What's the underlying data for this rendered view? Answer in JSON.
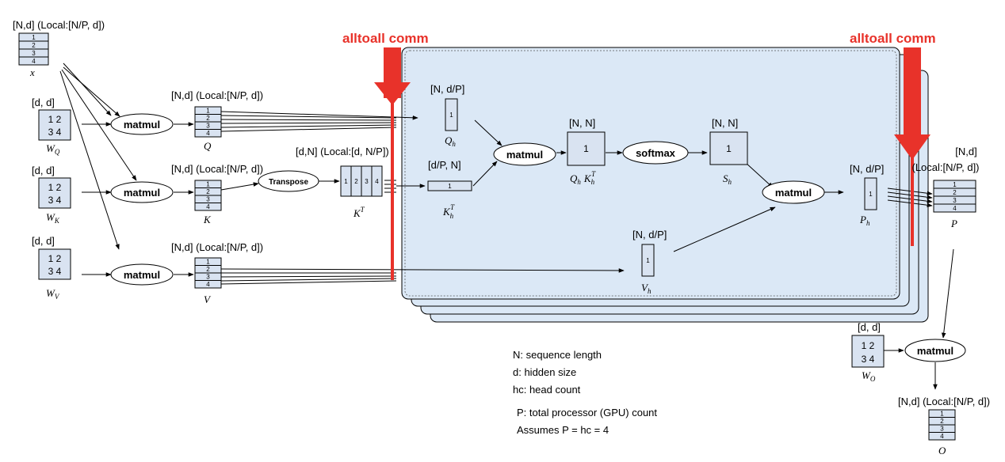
{
  "comm": {
    "left": "alltoall comm",
    "right": "alltoall comm"
  },
  "inputs": {
    "x": {
      "shape": "[N,d] (Local:[N/P, d])",
      "cells": [
        "1",
        "2",
        "3",
        "4"
      ],
      "name": "x"
    },
    "wq": {
      "shape": "[d, d]",
      "cells": [
        "1 2",
        "3 4"
      ],
      "name": "W",
      "sub": "Q"
    },
    "wk": {
      "shape": "[d, d]",
      "cells": [
        "1 2",
        "3 4"
      ],
      "name": "W",
      "sub": "K"
    },
    "wv": {
      "shape": "[d, d]",
      "cells": [
        "1 2",
        "3 4"
      ],
      "name": "W",
      "sub": "V"
    }
  },
  "ops": {
    "matmul": "matmul",
    "transpose": "Transpose",
    "softmax": "softmax"
  },
  "projections": {
    "q": {
      "shape": "[N,d] (Local:[N/P, d])",
      "cells": [
        "1",
        "2",
        "3",
        "4"
      ],
      "name": "Q"
    },
    "k": {
      "shape": "[N,d] (Local:[N/P, d])",
      "cells": [
        "1",
        "2",
        "3",
        "4"
      ],
      "name": "K"
    },
    "v": {
      "shape": "[N,d] (Local:[N/P, d])",
      "cells": [
        "1",
        "2",
        "3",
        "4"
      ],
      "name": "V"
    },
    "kt": {
      "shape": "[d,N] (Local:[d, N/P])",
      "cells": [
        "1",
        "2",
        "3",
        "4"
      ],
      "name": "K",
      "sup": "T"
    }
  },
  "head": {
    "qh": {
      "shape": "[N, d/P]",
      "cell": "1",
      "name": "Q",
      "sub": "h"
    },
    "kht": {
      "shape": "[d/P, N]",
      "cell": "1",
      "name": "K",
      "sub": "h",
      "sup": "T"
    },
    "vh": {
      "shape": "[N, d/P]",
      "cell": "1",
      "name": "V",
      "sub": "h"
    },
    "qk": {
      "shape": "[N, N]",
      "cell": "1",
      "name1": "Q",
      "sub1": "h",
      "name2": "K",
      "sub2": "h",
      "sup2": "T"
    },
    "sh": {
      "shape": "[N, N]",
      "cell": "1",
      "name": "S",
      "sub": "h"
    },
    "ph": {
      "shape": "[N, d/P]",
      "cell": "1",
      "name": "P",
      "sub": "h"
    }
  },
  "outputs": {
    "p": {
      "shape1": "[N,d]",
      "shape2": "(Local:[N/P, d])",
      "cells": [
        "1",
        "2",
        "3",
        "4"
      ],
      "name": "P"
    },
    "wo": {
      "shape": "[d, d]",
      "cells": [
        "1 2",
        "3 4"
      ],
      "name": "W",
      "sub": "O"
    },
    "o": {
      "shape": "[N,d] (Local:[N/P, d])",
      "cells": [
        "1",
        "2",
        "3",
        "4"
      ],
      "name": "O"
    }
  },
  "legend": {
    "items": [
      "N: sequence length",
      "d: hidden size",
      "hc: head count",
      "P: total processor (GPU) count",
      "Assumes P = hc = 4"
    ]
  },
  "colors": {
    "panel_fill": "#dbe8f6",
    "comm_red": "#e8322a",
    "cell_fill": "#d9e3f1"
  }
}
